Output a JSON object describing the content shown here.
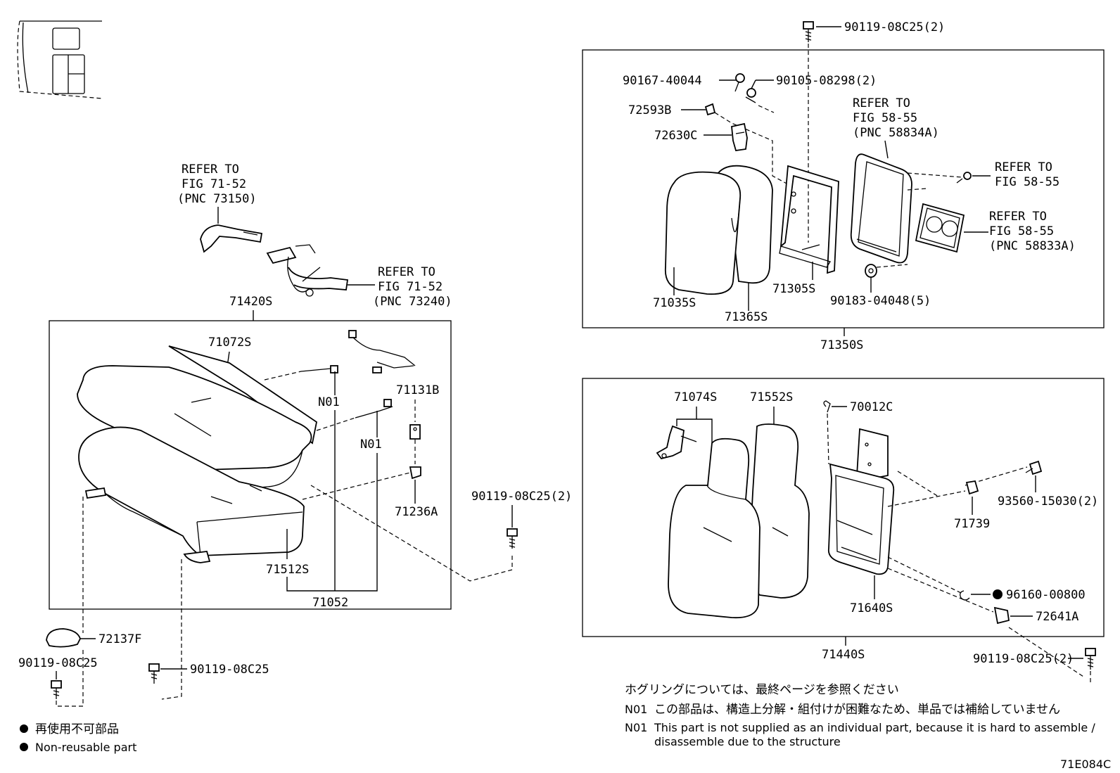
{
  "figure_code": "71E084C",
  "labels": {
    "top_bolt": "90119-08C25(2)",
    "p90167": "90167-40044",
    "p90105": "90105-08298(2)",
    "p72593B": "72593B",
    "p72630C": "72630C",
    "refer_58834A": [
      "REFER TO",
      "FIG 58-55",
      "(PNC 58834A)"
    ],
    "refer_58_55": [
      "REFER TO",
      "FIG 58-55"
    ],
    "refer_58833A": [
      "REFER TO",
      "FIG 58-55",
      "(PNC 58833A)"
    ],
    "p71035S": "71035S",
    "p71365S": "71365S",
    "p71305S": "71305S",
    "p90183": "90183-04048(5)",
    "p71350S": "71350S",
    "refer_73150": [
      "REFER TO",
      "FIG 71-52",
      "(PNC 73150)"
    ],
    "refer_73240": [
      "REFER TO",
      "FIG 71-52",
      "(PNC 73240)"
    ],
    "p71420S": "71420S",
    "p71072S": "71072S",
    "p71131B": "71131B",
    "n01_a": "N01",
    "n01_b": "N01",
    "p71236A": "71236A",
    "p71512S": "71512S",
    "p71052": "71052",
    "mid_bolt": "90119-08C25(2)",
    "p72137F": "72137F",
    "bolt_left": "90119-08C25",
    "bolt_left2": "90119-08C25",
    "p71074S": "71074S",
    "p71552S": "71552S",
    "p70012C": "70012C",
    "p93560": "93560-15030(2)",
    "p71739": "71739",
    "p96160": "96160-00800",
    "p72641A": "72641A",
    "p71640S": "71640S",
    "p71440S": "71440S",
    "bolt_right": "90119-08C25(2)"
  },
  "legend": {
    "jp": "再使用不可部品",
    "en": "Non-reusable part"
  },
  "notes": {
    "hog_ring": "ホグリングについては、最終ページを参照ください",
    "n01_tag": "N01",
    "n01_jp": "この部品は、構造上分解・組付けが困難なため、単品では補給していません",
    "n01_en_1": "This part is not supplied as an individual part, because it is hard to assemble /",
    "n01_en_2": "disassemble due to the structure"
  }
}
